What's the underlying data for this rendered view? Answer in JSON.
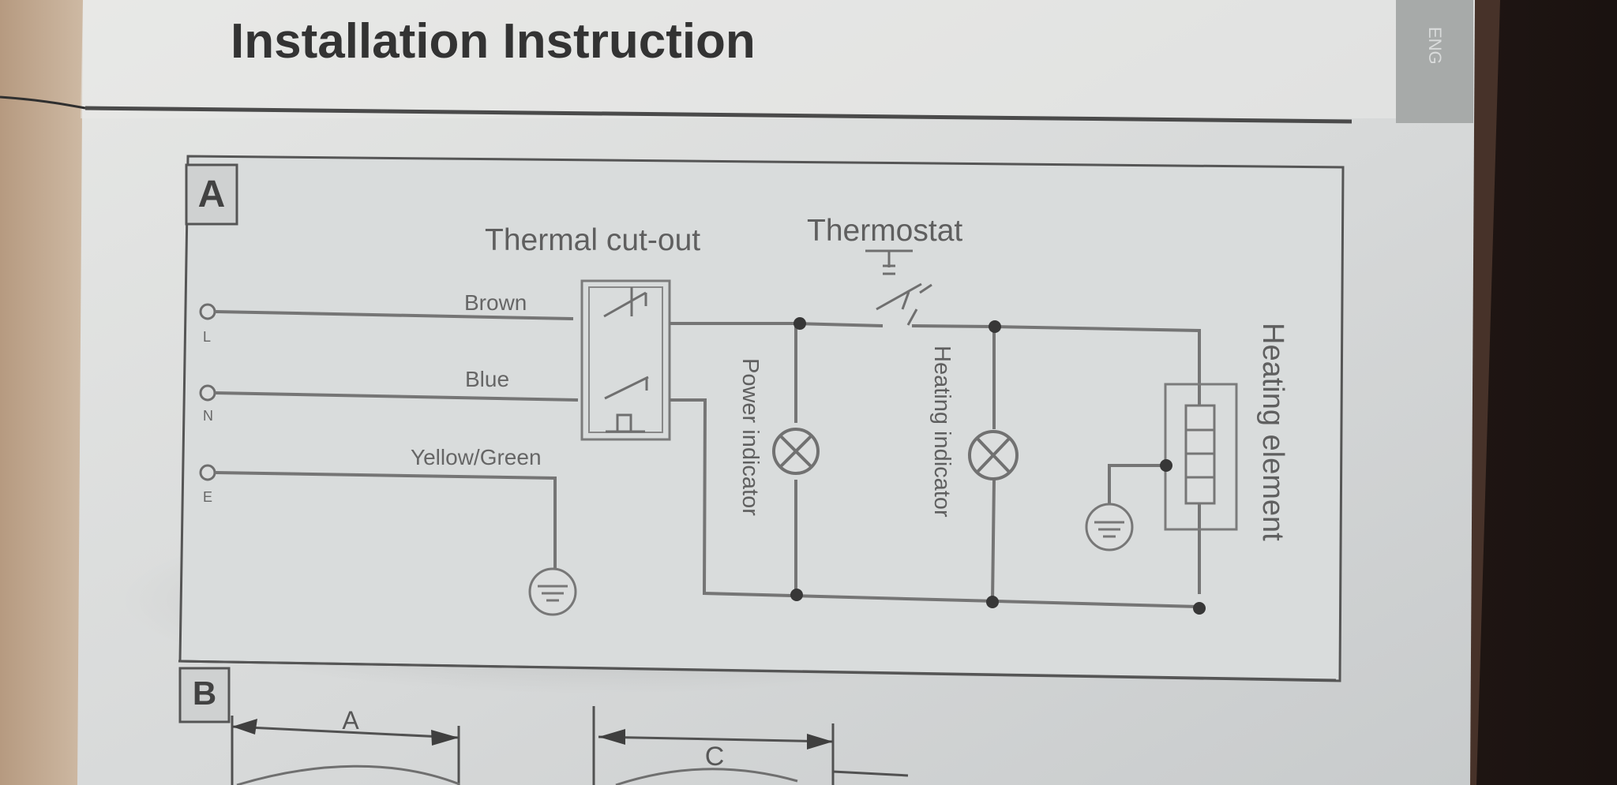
{
  "page": {
    "heading": "Installation Instruction",
    "side_tab_text": "ENG"
  },
  "diagram_a": {
    "panel_label": "A",
    "labels": {
      "thermal_cutout": "Thermal cut-out",
      "thermostat": "Thermostat",
      "brown": "Brown",
      "blue": "Blue",
      "yellow_green": "Yellow/Green",
      "power_indicator": "Power indicator",
      "heating_indicator": "Heating indicator",
      "heating_element": "Heating element"
    },
    "terminals": {
      "live": "L",
      "neutral": "N",
      "earth": "E"
    }
  },
  "diagram_b": {
    "panel_label": "B",
    "dimension_a": "A",
    "dimension_c": "C"
  },
  "colors": {
    "paper": "#dcdede",
    "ink": "#3d3d3d",
    "line": "#6e6e6e",
    "side_tab": "#a7aaa9"
  },
  "icons": {
    "lamp": "crossed-circle-lamp-icon",
    "earth": "earth-ground-icon",
    "junction": "junction-dot-icon",
    "terminal": "open-terminal-icon"
  }
}
